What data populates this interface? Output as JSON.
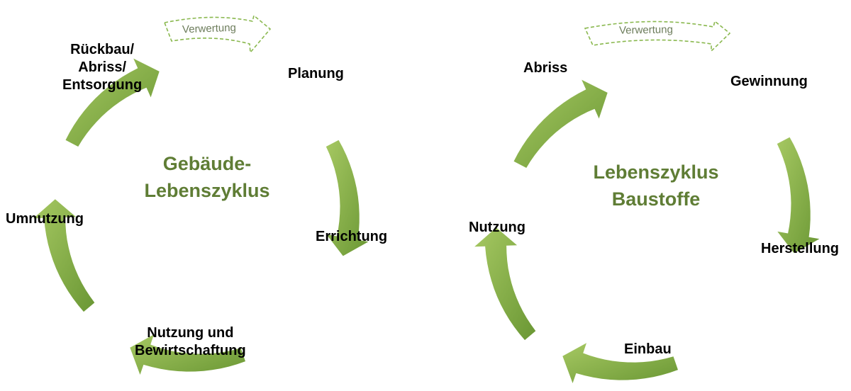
{
  "colors": {
    "arrow_light": "#9fc35b",
    "arrow_dark": "#6a9734",
    "title_green": "#5f7d35",
    "dashed_green": "#8ab84f"
  },
  "left_cycle": {
    "title_lines": [
      "Gebäude-",
      "Lebenszyklus"
    ],
    "recycling_label": "Verwertung",
    "stages": {
      "rueckbau": [
        "Rückbau/",
        "Abriss/",
        "Entsorgung"
      ],
      "planung": [
        "Planung"
      ],
      "errichtung": [
        "Errichtung"
      ],
      "nutzung": [
        "Nutzung und",
        "Bewirtschaftung"
      ],
      "umnutzung": [
        "Umnutzung"
      ]
    }
  },
  "right_cycle": {
    "title_lines": [
      "Lebenszyklus",
      "Baustoffe"
    ],
    "recycling_label": "Verwertung",
    "stages": {
      "abriss": [
        "Abriss"
      ],
      "gewinnung": [
        "Gewinnung"
      ],
      "herstellung": [
        "Herstellung"
      ],
      "einbau": [
        "Einbau"
      ],
      "nutzung": [
        "Nutzung"
      ]
    }
  }
}
